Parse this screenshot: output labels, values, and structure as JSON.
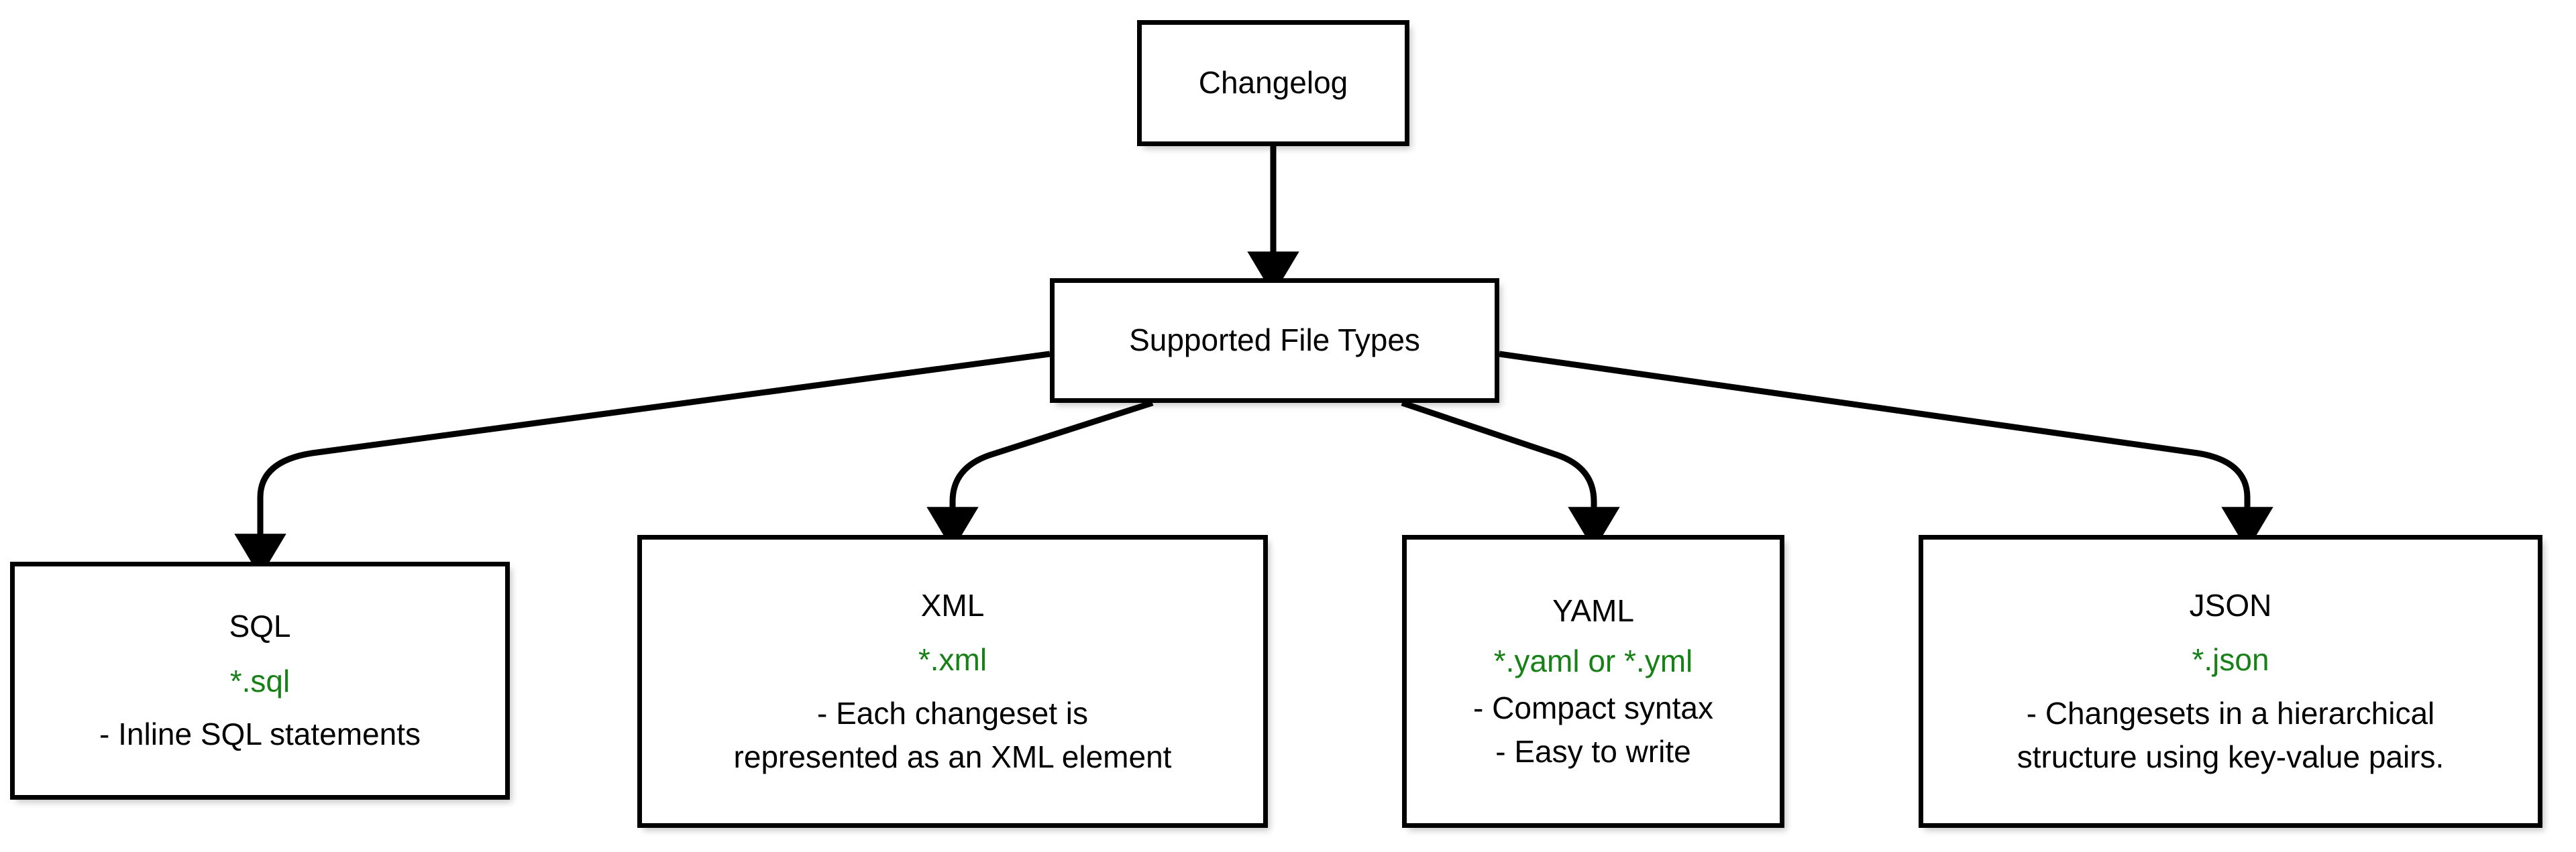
{
  "diagram": {
    "title_node": {
      "label": "Changelog"
    },
    "group_node": {
      "label": "Supported File Types"
    },
    "accent_green": "#178117",
    "line_color": "#000000",
    "background": "#ffffff",
    "nodes": [
      {
        "id": "sql",
        "title": "SQL",
        "extension": "*.sql",
        "details": [
          "- Inline SQL statements"
        ]
      },
      {
        "id": "xml",
        "title": "XML",
        "extension": "*.xml",
        "details": [
          "- Each changeset is",
          "represented as an XML element"
        ]
      },
      {
        "id": "yaml",
        "title": "YAML",
        "extension": "*.yaml or *.yml",
        "details": [
          "- Compact syntax",
          "- Easy to write"
        ]
      },
      {
        "id": "json",
        "title": "JSON",
        "extension": "*.json",
        "details": [
          "- Changesets in a hierarchical",
          "structure using key-value pairs."
        ]
      }
    ],
    "edges": [
      {
        "from": "Changelog",
        "to": "Supported File Types"
      },
      {
        "from": "Supported File Types",
        "to": "SQL"
      },
      {
        "from": "Supported File Types",
        "to": "XML"
      },
      {
        "from": "Supported File Types",
        "to": "YAML"
      },
      {
        "from": "Supported File Types",
        "to": "JSON"
      }
    ]
  }
}
